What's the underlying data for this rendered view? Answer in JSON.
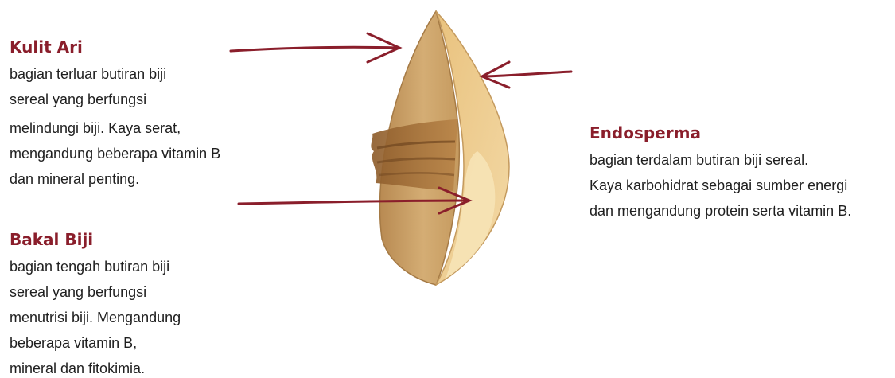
{
  "colors": {
    "title": "#8a1e2b",
    "body_text": "#1f1f1f",
    "arrow": "#8a1e2b",
    "husk": "#c9a36b",
    "husk_dark": "#a97e45",
    "endosperm": "#f1d39a",
    "endosperm_light": "#f7e4b8",
    "bran": "#9c6a34"
  },
  "labels": {
    "kulit_ari": {
      "title": "Kulit Ari",
      "lines": [
        "bagian terluar butiran biji",
        "sereal yang berfungsi",
        "melindungi biji. Kaya serat,",
        "mengandung beberapa vitamin B",
        "dan mineral penting."
      ]
    },
    "bakal_biji": {
      "title": "Bakal Biji",
      "lines": [
        "bagian tengah butiran biji",
        "sereal yang  berfungsi",
        "menutrisi biji. Mengandung",
        "beberapa vitamin B,",
        "mineral dan fitokimia."
      ]
    },
    "endosperma": {
      "title": "Endosperma",
      "lines": [
        "bagian terdalam butiran biji sereal.",
        "Kaya karbohidrat sebagai sumber energi",
        "dan mengandung protein serta vitamin B."
      ]
    }
  }
}
